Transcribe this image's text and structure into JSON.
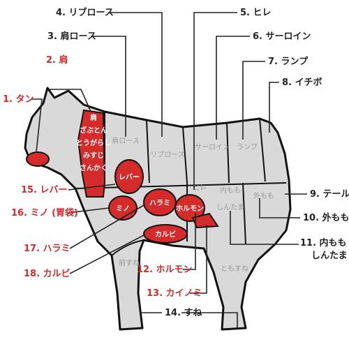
{
  "labels": {
    "tan": "1. タン",
    "kata": "2. 肩",
    "kata_rosu": "3. 肩ロース",
    "rib_rosu": "4. リブロース",
    "hire": "5. ヒレ",
    "sirloin": "6. サーロイン",
    "rump": "7. ランプ",
    "ichibo": "8. イチボ",
    "tail": "9. テール",
    "sotomomo": "10. 外もも",
    "uchimomo_line1": "11. 内もも",
    "uchimomo_line2": "しんたま",
    "horumon": "12. ホルモン",
    "kainomi": "13. カイノミ",
    "sune": "14. すね",
    "reba": "15. レバー",
    "mino": "16. ミノ (胃袋)",
    "harami": "17. ハラミ",
    "karubi": "18. カルビ"
  },
  "body_text": {
    "kata": [
      "肩",
      "ざぶとん",
      "とうがらし",
      "みすじ",
      "さんかく"
    ],
    "kata_rosu": "肩ロース",
    "rib_rosu": "リブロース",
    "sirloin": "サーロイン",
    "rump": "ランプ",
    "hire": "ヒレ",
    "uchimomo": [
      "内もも",
      "しんたま"
    ],
    "sotomomo": "外もも",
    "mae_sune": "前すね",
    "ato_sune": "ともすね",
    "reba": "レバー",
    "mino": "ミノ",
    "harami": "ハラミ",
    "horumon": "ホルモン",
    "karubi": "カルビ"
  },
  "colors": {
    "body": "#d9d9d9",
    "outline": "#111111",
    "highlight": "#d62b2b",
    "label_red": "#d62b2b",
    "label_dark": "#222222"
  }
}
